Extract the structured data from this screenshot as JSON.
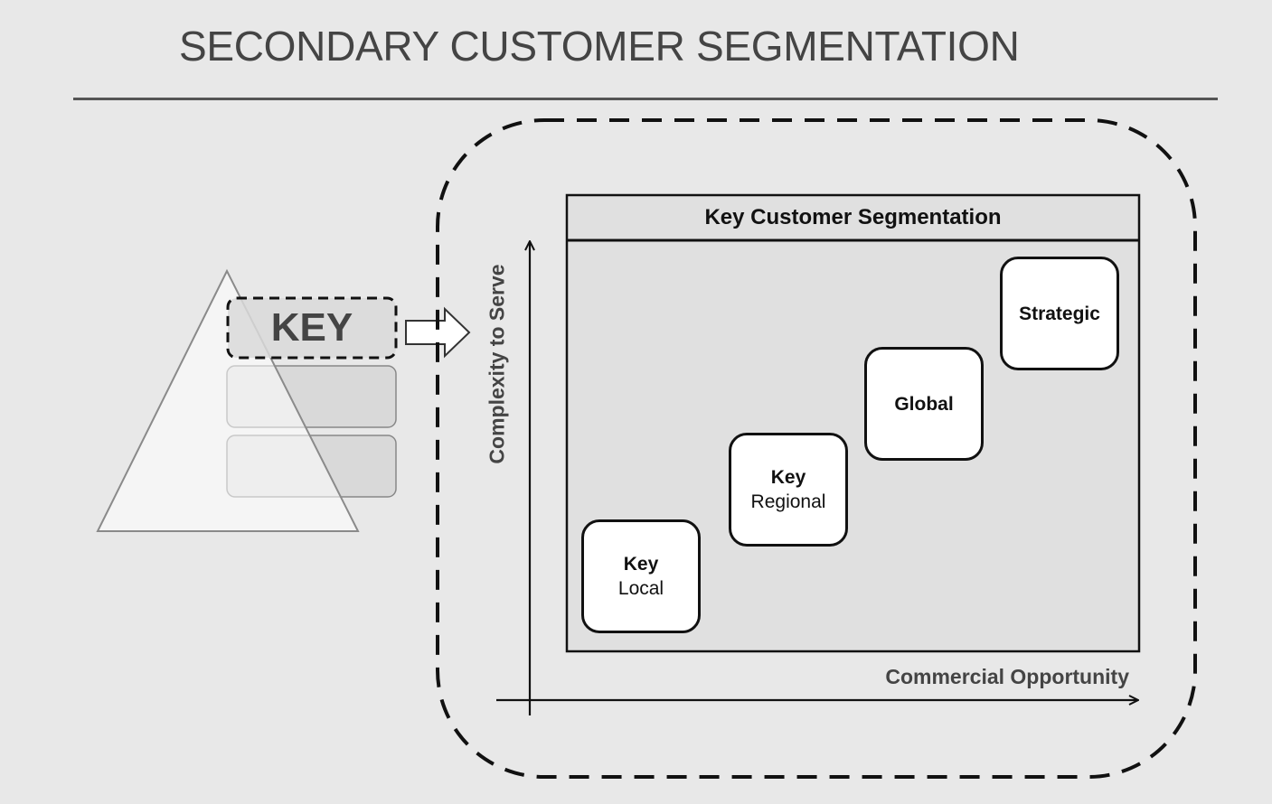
{
  "page": {
    "title": "SECONDARY CUSTOMER SEGMENTATION"
  },
  "pyramid": {
    "highlight_label": "KEY"
  },
  "matrix": {
    "title": "Key Customer Segmentation",
    "y_axis_label": "Complexity to Serve",
    "x_axis_label": "Commercial Opportunity",
    "segments": [
      {
        "bold": "Key",
        "plain": "Local"
      },
      {
        "bold": "Key",
        "plain": "Regional"
      },
      {
        "bold": "Global",
        "plain": ""
      },
      {
        "bold": "Strategic",
        "plain": ""
      }
    ]
  },
  "colors": {
    "background": "#e8e8e8",
    "matrix_fill": "#e0e0e0",
    "tier_fill": "#d9d9d9",
    "stroke": "#111111",
    "title_text": "#444444"
  }
}
